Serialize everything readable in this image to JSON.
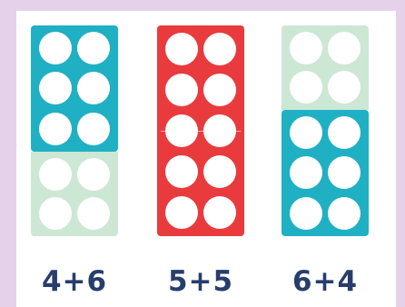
{
  "colors": {
    "teal": "#20b0c4",
    "red": "#e93b3e",
    "pale_green": "#cde7d5",
    "page_border": "#e5d2ea",
    "label_navy": "#273e6c"
  },
  "groups": [
    {
      "label": "4+6",
      "blocks": [
        {
          "value": 6,
          "color": "teal",
          "position": "top"
        },
        {
          "value": 4,
          "color": "pale_green",
          "position": "bottom"
        }
      ]
    },
    {
      "label": "5+5",
      "blocks": [
        {
          "value": 10,
          "color": "red",
          "position": "full"
        }
      ]
    },
    {
      "label": "6+4",
      "blocks": [
        {
          "value": 4,
          "color": "pale_green",
          "position": "top"
        },
        {
          "value": 6,
          "color": "teal",
          "position": "bottom"
        }
      ]
    }
  ]
}
